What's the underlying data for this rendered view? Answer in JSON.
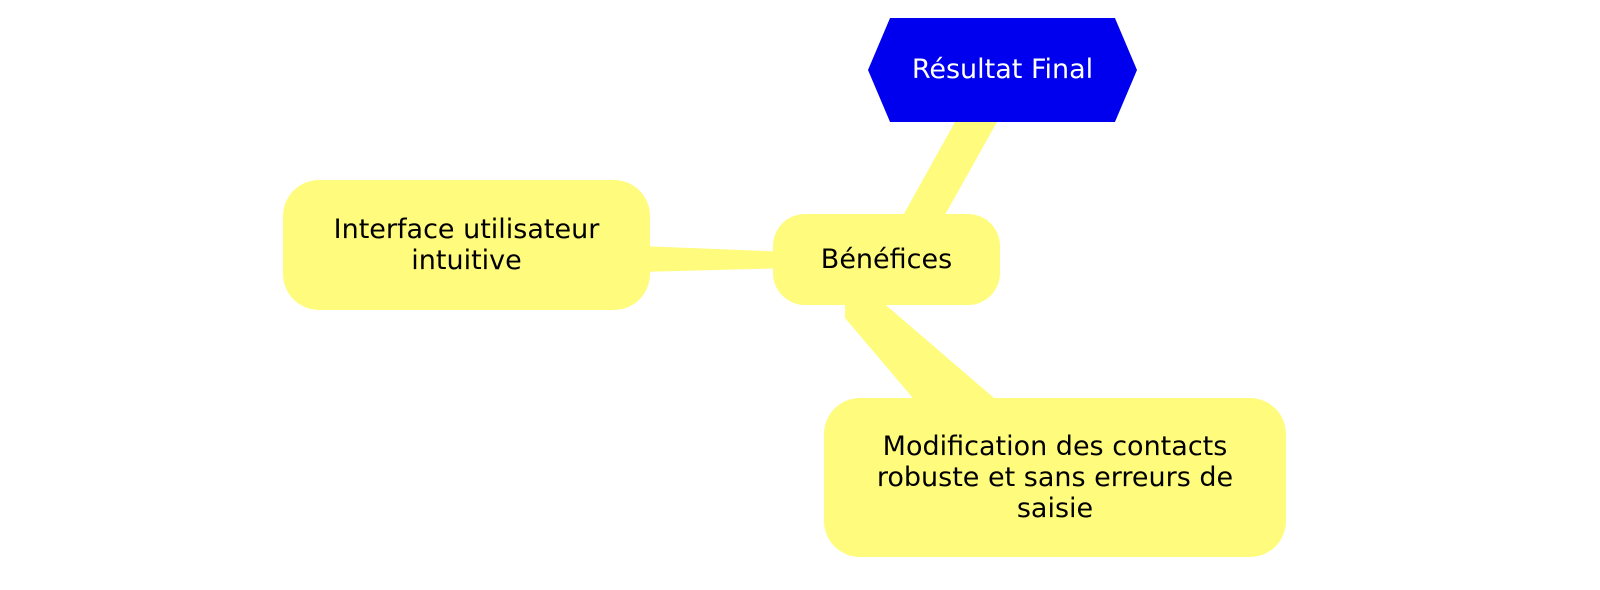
{
  "diagram": {
    "type": "mind-map",
    "language": "fr",
    "background_color": "#ffffff",
    "root": {
      "id": "resultat-final",
      "label": "Résultat Final",
      "shape": "hexagon",
      "fill_color": "#0000ee",
      "text_color": "#ffffff"
    },
    "hub": {
      "id": "benefices",
      "label": "Bénéfices",
      "shape": "rounded-rectangle",
      "fill_color": "#fffb7d",
      "text_color": "#000000"
    },
    "branches": [
      {
        "id": "interface-utilisateur",
        "label": "Interface utilisateur\nintuitive",
        "shape": "rounded-rectangle",
        "fill_color": "#fffb7d",
        "text_color": "#000000",
        "position": "left"
      },
      {
        "id": "modification-contacts",
        "label": "Modification des contacts\nrobuste et sans erreurs de\nsaisie",
        "shape": "rounded-rectangle",
        "fill_color": "#fffb7d",
        "text_color": "#000000",
        "position": "bottom-right"
      }
    ],
    "edges": [
      {
        "id": "edge-benefices-resultat",
        "from": "benefices",
        "to": "resultat-final",
        "color": "#fffb7d",
        "style": "tapered-band"
      },
      {
        "id": "edge-benefices-interface",
        "from": "benefices",
        "to": "interface-utilisateur",
        "color": "#fffb7d",
        "style": "tapered-band"
      },
      {
        "id": "edge-benefices-modification",
        "from": "benefices",
        "to": "modification-contacts",
        "color": "#fffb7d",
        "style": "tapered-band"
      }
    ]
  }
}
